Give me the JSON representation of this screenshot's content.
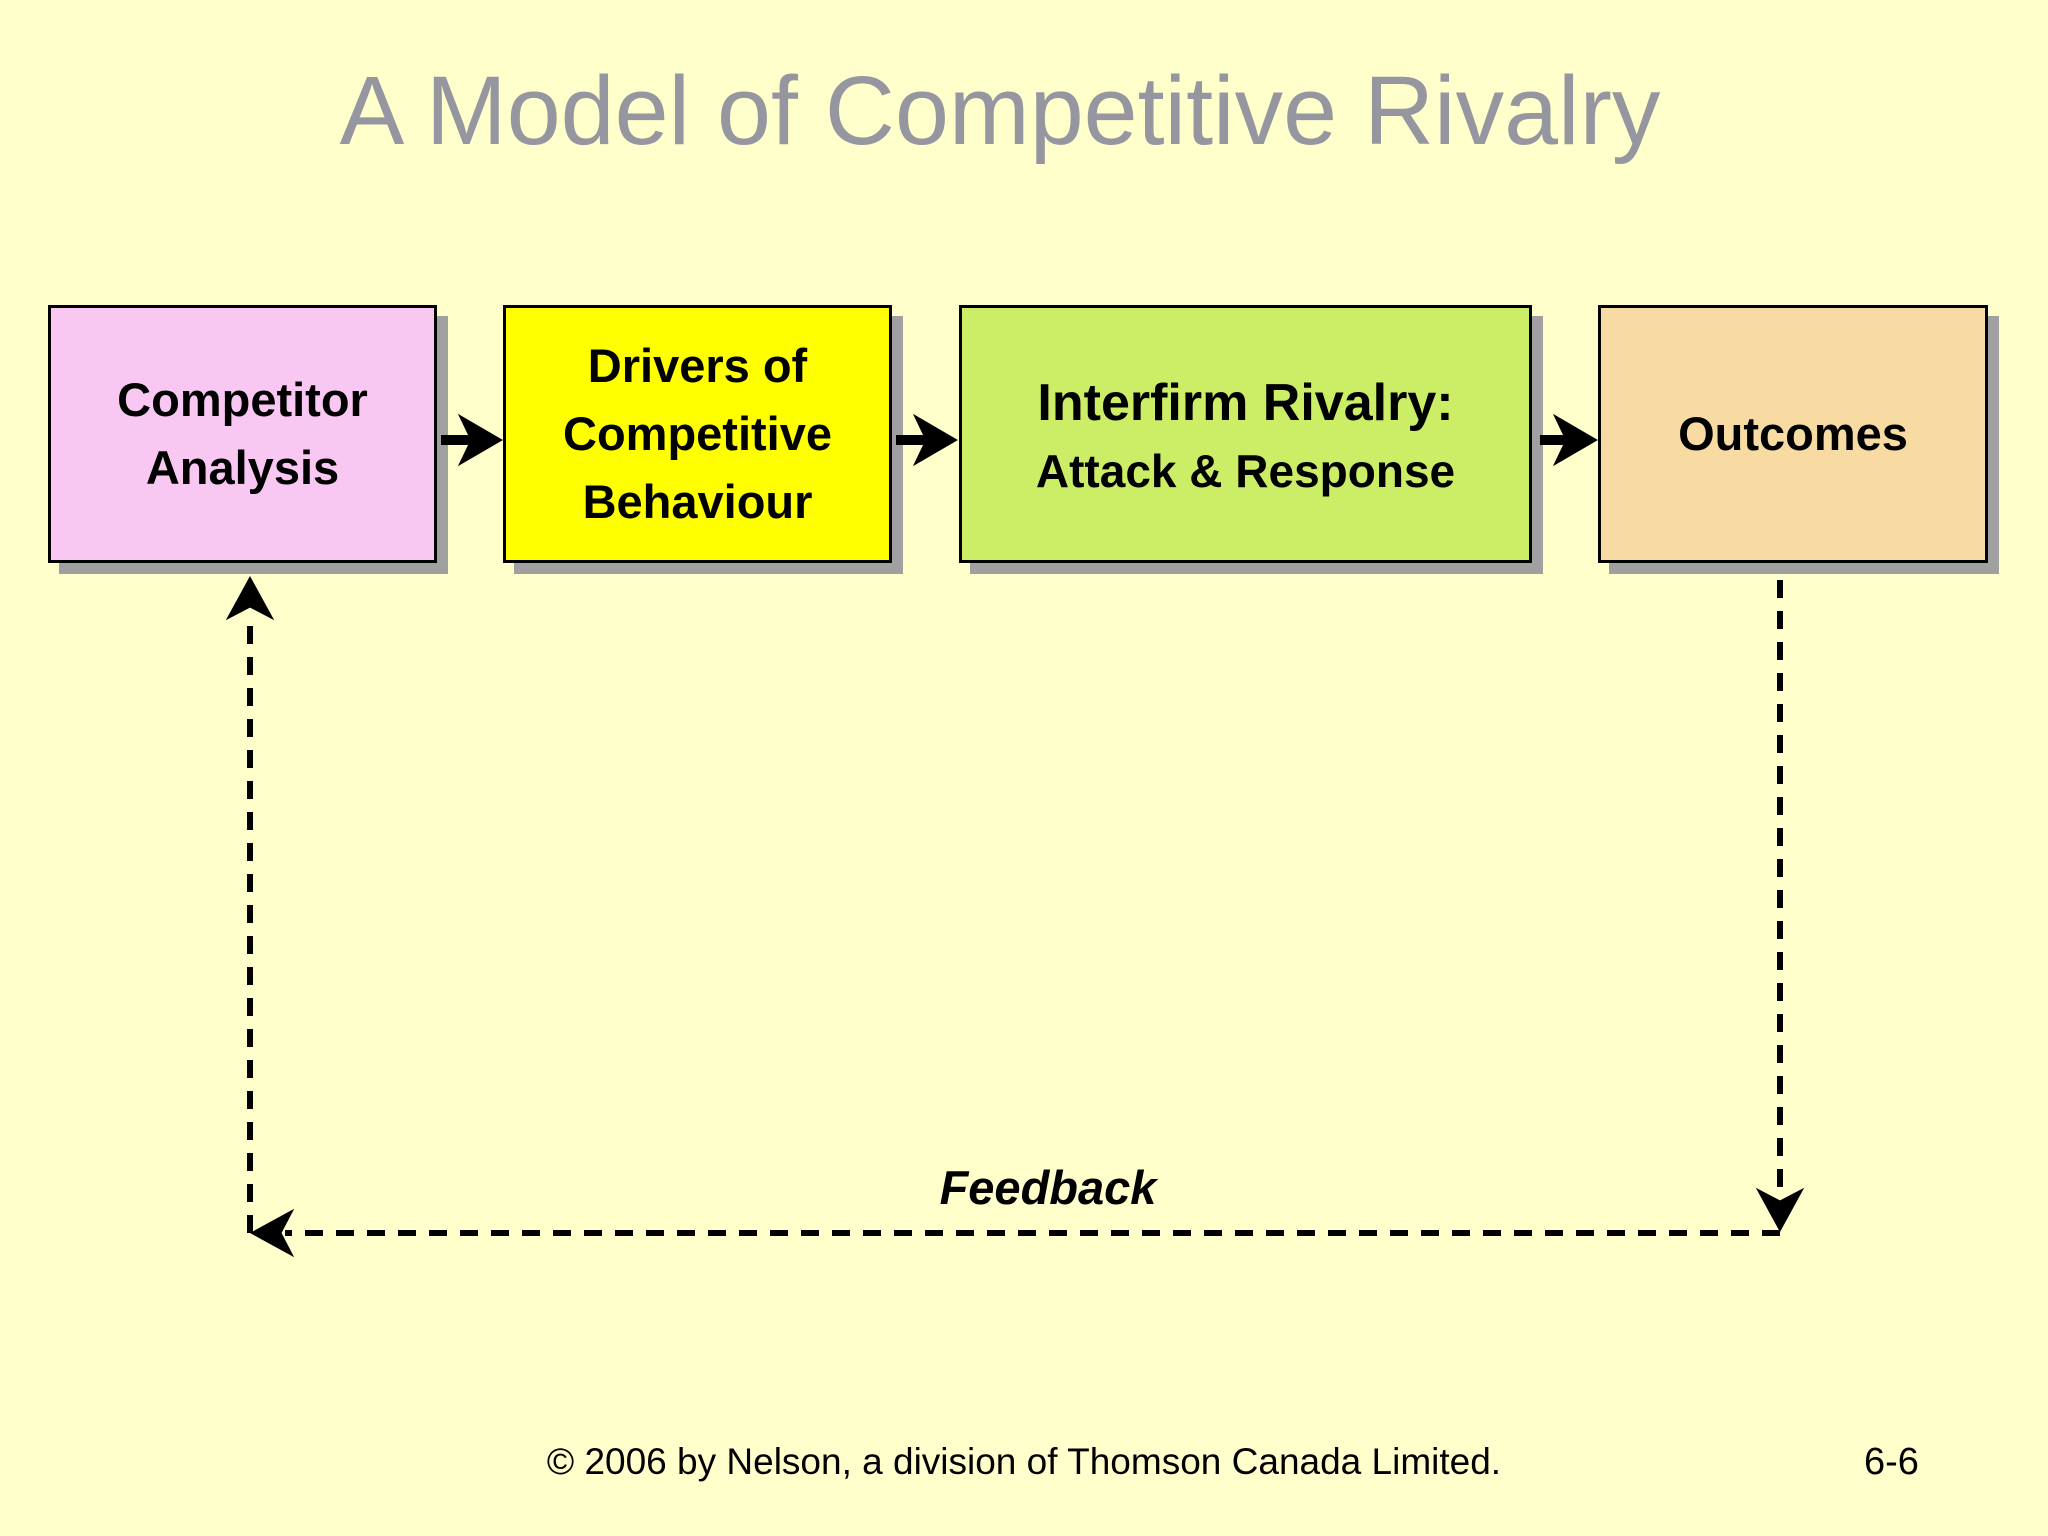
{
  "slide": {
    "title": "A Model of Competitive Rivalry",
    "footer_text": "© 2006 by Nelson, a division of Thomson Canada Limited.",
    "page_number": "6-6"
  },
  "colors": {
    "background": "#FFFFCC",
    "title_text": "#9696A0",
    "box_border": "#000000",
    "box_shadow": "#A0A0A0",
    "arrow": "#000000",
    "competitor_analysis_fill": "#F8C8F2",
    "drivers_fill": "#FFFF00",
    "interfirm_rivalry_fill": "#CCEE66",
    "outcomes_fill": "#F7DBA2"
  },
  "diagram": {
    "boxes": [
      {
        "name": "competitor-analysis",
        "lines": [
          "Competitor",
          "Analysis"
        ]
      },
      {
        "name": "drivers-of-competitive-behaviour",
        "lines": [
          "Drivers of",
          "Competitive",
          "Behaviour"
        ]
      },
      {
        "name": "interfirm-rivalry",
        "lines": [
          "Interfirm Rivalry:",
          "Attack & Response"
        ]
      },
      {
        "name": "outcomes",
        "lines": [
          "Outcomes"
        ]
      }
    ],
    "flow": [
      "competitor-analysis -> drivers-of-competitive-behaviour",
      "drivers-of-competitive-behaviour -> interfirm-rivalry",
      "interfirm-rivalry -> outcomes",
      "outcomes -> feedback -> competitor-analysis"
    ],
    "feedback_label": "Feedback"
  }
}
